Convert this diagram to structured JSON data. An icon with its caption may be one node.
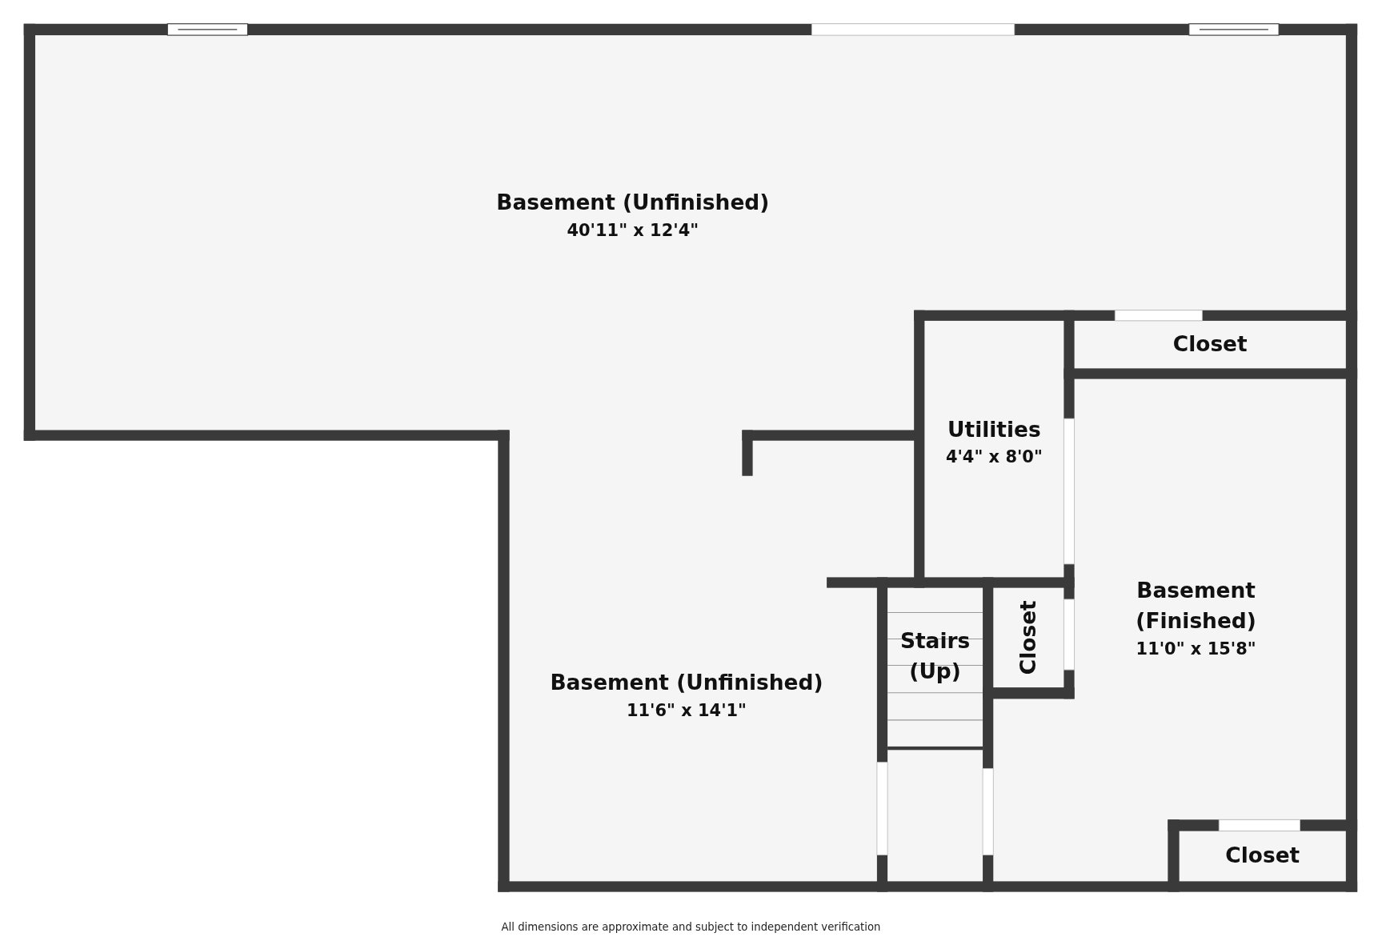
{
  "diagram": {
    "caption": "All dimensions are approximate and subject to independent verification",
    "nodes": [
      {
        "text": [
          "Basement (Unfinished)",
          "40'11\" x 12'4\""
        ]
      },
      {
        "text": [
          "Closet"
        ]
      },
      {
        "text": [
          "Utilities",
          "4'4\" x 8'0\""
        ]
      },
      {
        "text": [
          "Basement (Finished)",
          "11'0\" x 15'8\""
        ]
      },
      {
        "text": [
          "Stairs (Up)"
        ]
      },
      {
        "text": [
          "Closet"
        ]
      },
      {
        "text": [
          "Basement (Unfinished)",
          "11'6\" x 14'1\""
        ]
      },
      {
        "text": [
          "Closet"
        ]
      }
    ],
    "edges": []
  }
}
